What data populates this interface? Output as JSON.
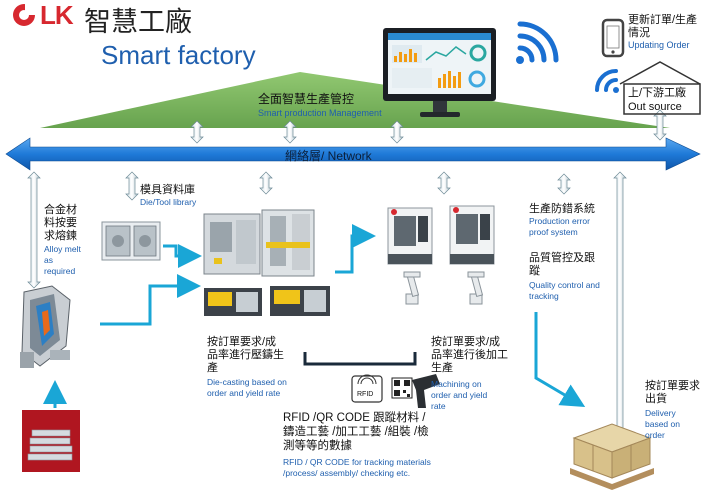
{
  "brand": {
    "logo_text": "LK",
    "title_cn": "智慧工廠",
    "title_en": "Smart factory"
  },
  "management": {
    "cn": "全面智慧生產管控",
    "en": "Smart production Management"
  },
  "network": {
    "label": "網絡層/ Network"
  },
  "updating_order": {
    "cn": "更新訂單/生產情況",
    "en": "Updating Order"
  },
  "outsource": {
    "cn": "上/下游工廠",
    "en": "Out source"
  },
  "alloy": {
    "cn": "合金材料按要求熔鍊",
    "en": "Alloy melt as required"
  },
  "die_library": {
    "cn": "模具資料庫",
    "en": "Die/Tool library"
  },
  "die_casting": {
    "cn": "按訂單要求/成品率進行壓鑄生產",
    "en": "Die-casting based on order and yield rate"
  },
  "machining": {
    "cn": "按訂單要求/成品率進行後加工生產",
    "en": "Machining on order and yield rate"
  },
  "error_proof": {
    "cn": "生產防錯系統",
    "en": "Production error proof system"
  },
  "quality": {
    "cn": "品質管控及跟蹤",
    "en": "Quality control and tracking"
  },
  "delivery": {
    "cn": "按訂單要求出貨",
    "en": "Delivery based on order"
  },
  "rfid": {
    "cn": "RFID /QR CODE 跟蹤材料 / 鑄造工藝 /加工工藝 /組裝 /檢測等等的數據",
    "en": "RFID / QR CODE for tracking materials /process/ assembly/ checking etc.",
    "tag": "RFID"
  },
  "colors": {
    "accent": "#1f5fae",
    "network_arrow": "#1f7ad8",
    "triangle": "#7ab85a",
    "cyan_arrow": "#1aa6d6",
    "logo_red": "#d7282f"
  },
  "icons": [
    "logo-icon",
    "monitor-icon",
    "wifi-icon",
    "phone-icon",
    "factory-house-icon",
    "furnace-icon",
    "ingot-icon",
    "die-mold-icon",
    "casting-machine-icon",
    "cnc-machine-icon",
    "robot-arm-icon",
    "rfid-tag-icon",
    "qr-code-icon",
    "scanner-icon",
    "pallet-boxes-icon"
  ]
}
